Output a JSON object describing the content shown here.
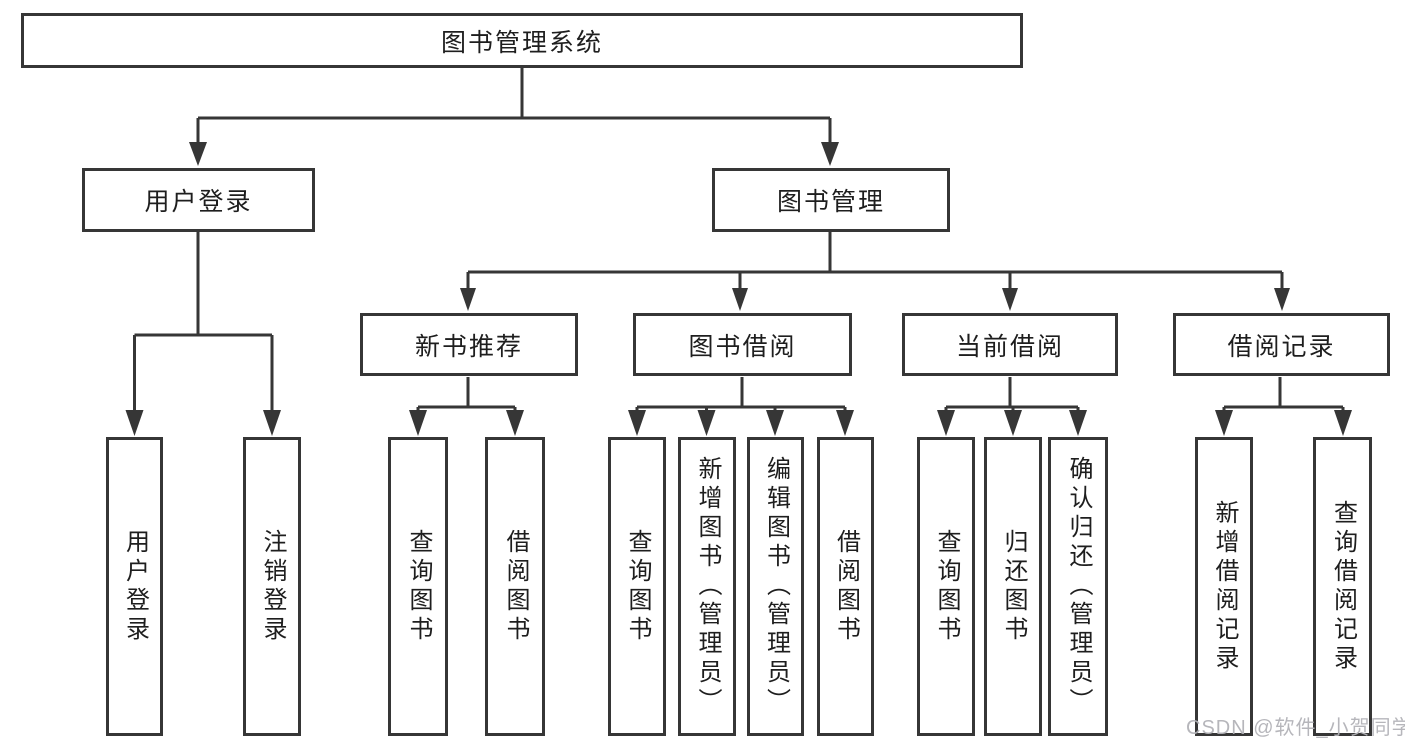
{
  "colors": {
    "line": "#363636",
    "box_border": "#363636",
    "box_background": "#ffffff",
    "text": "#1e1e1e",
    "watermark": "#b3b3b8"
  },
  "tree": {
    "label": "图书管理系统",
    "children": [
      {
        "label": "用户登录",
        "children": [
          {
            "label": "用户登录"
          },
          {
            "label": "注销登录"
          }
        ]
      },
      {
        "label": "图书管理",
        "children": [
          {
            "label": "新书推荐",
            "children": [
              {
                "label": "查询图书"
              },
              {
                "label": "借阅图书"
              }
            ]
          },
          {
            "label": "图书借阅",
            "children": [
              {
                "label": "查询图书"
              },
              {
                "label": "新增图书（管理员）"
              },
              {
                "label": "编辑图书（管理员）"
              },
              {
                "label": "借阅图书"
              }
            ]
          },
          {
            "label": "当前借阅",
            "children": [
              {
                "label": "查询图书"
              },
              {
                "label": "归还图书"
              },
              {
                "label": "确认归还（管理员）"
              }
            ]
          },
          {
            "label": "借阅记录",
            "children": [
              {
                "label": "新增借阅记录"
              },
              {
                "label": "查询借阅记录"
              }
            ]
          }
        ]
      }
    ]
  },
  "watermark": {
    "text": "CSDN @软件_小贺同学"
  }
}
